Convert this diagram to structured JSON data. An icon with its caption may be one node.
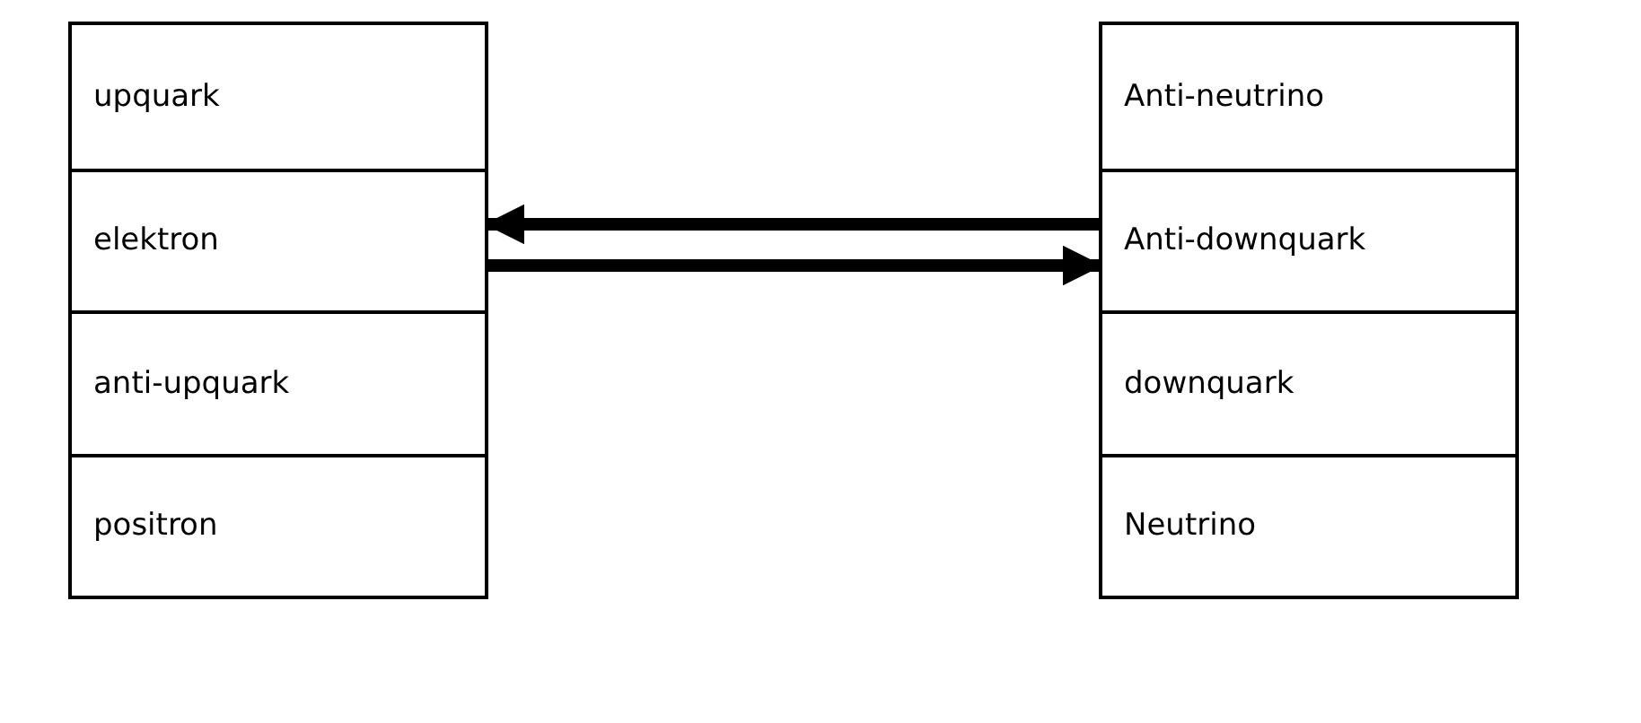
{
  "diagram": {
    "nodes": [
      {
        "text": [],
        "shape": "box"
      },
      {
        "text": [
          "upquark"
        ],
        "in": 0
      },
      {
        "text": [
          "elektron"
        ],
        "in": 0
      },
      {
        "text": [
          "anti-upquark"
        ],
        "in": 0
      },
      {
        "text": [
          "positron"
        ],
        "in": 0
      },
      {
        "text": [],
        "shape": "box"
      },
      {
        "text": [
          "Anti-neutrino"
        ],
        "in": 5
      },
      {
        "text": [
          "Anti-downquark"
        ],
        "in": 5
      },
      {
        "text": [
          "downquark"
        ],
        "in": 5
      },
      {
        "text": [
          "Neutrino"
        ],
        "in": 5
      }
    ],
    "edges": [
      {
        "from": 5,
        "to": 0,
        "arrow": "to"
      },
      {
        "from": 0,
        "to": 5,
        "arrow": "to"
      }
    ]
  }
}
